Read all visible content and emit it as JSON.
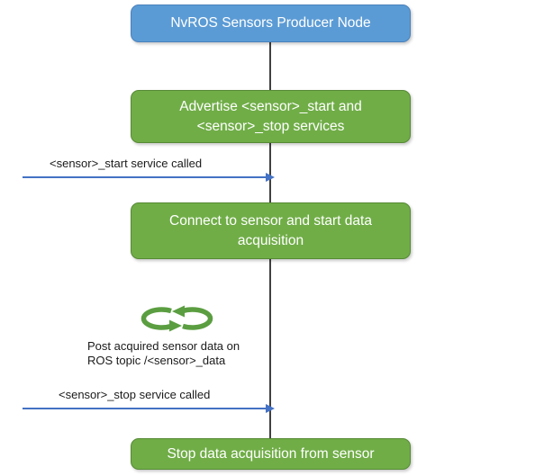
{
  "colors": {
    "node_blue": "#5B9BD5",
    "node_blue_border": "#4981BC",
    "node_green": "#70AD47",
    "node_green_border": "#568A34",
    "arrow_blue": "#4472C4",
    "lifeline_gray": "#404040",
    "loop_green": "#5B9E41"
  },
  "nodes": {
    "producer": {
      "label": "NvROS Sensors Producer Node"
    },
    "advertise": {
      "label": "Advertise <sensor>_start and <sensor>_stop services"
    },
    "connect": {
      "label": "Connect to sensor and start data acquisition"
    },
    "stop": {
      "label": "Stop data acquisition from sensor"
    }
  },
  "messages": {
    "start_call": {
      "label": "<sensor>_start service called"
    },
    "stop_call": {
      "label": "<sensor>_stop service called"
    }
  },
  "loop": {
    "icon": "loop-arrows-icon",
    "caption_line1": "Post acquired sensor data on",
    "caption_line2": "ROS topic /<sensor>_data"
  }
}
